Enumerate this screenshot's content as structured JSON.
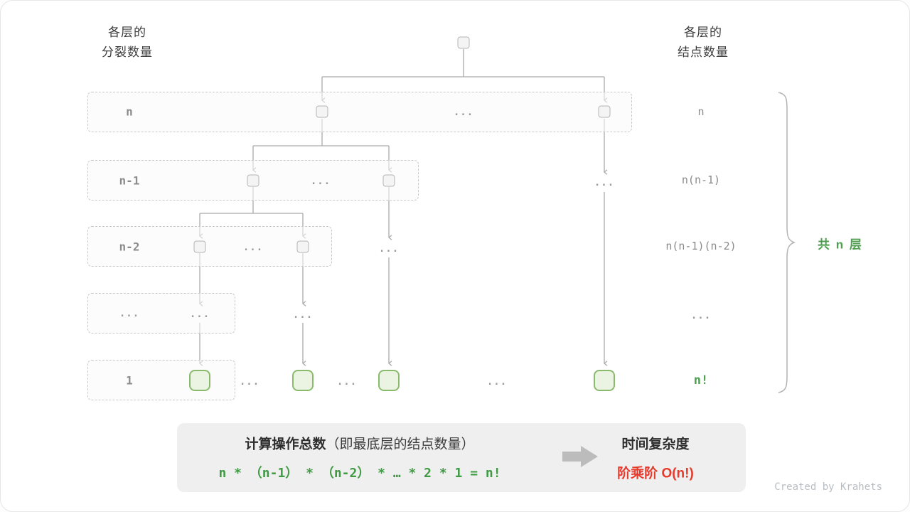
{
  "header_left": {
    "line1": "各层的",
    "line2": "分裂数量"
  },
  "header_right": {
    "line1": "各层的",
    "line2": "结点数量"
  },
  "levels": [
    {
      "label": "n",
      "count": "n"
    },
    {
      "label": "n-1",
      "count": "n(n-1)"
    },
    {
      "label": "n-2",
      "count": "n(n-1)(n-2)"
    },
    {
      "label": "...",
      "count": "..."
    },
    {
      "label": "1",
      "count": "n!"
    }
  ],
  "ellipsis": "...",
  "brace_label": "共 n 层",
  "summary": {
    "calc_strong": "计算操作总数",
    "calc_paren": "（即最底层的结点数量）",
    "formula": "n * （n-1） * （n-2） * … * 2 * 1 = n!",
    "complexity_title": "时间复杂度",
    "complexity_value": "阶乘阶 O(n!)"
  },
  "watermark": "Created by Krahets",
  "colors": {
    "green_text": "#4e9e50",
    "green_node_border": "#8abb6c",
    "green_node_fill": "#ebf4e3",
    "gray_text": "#8b8b8b",
    "red_text": "#e8392b",
    "connector": "#aaaaaa",
    "summary_bg": "#efefef"
  }
}
